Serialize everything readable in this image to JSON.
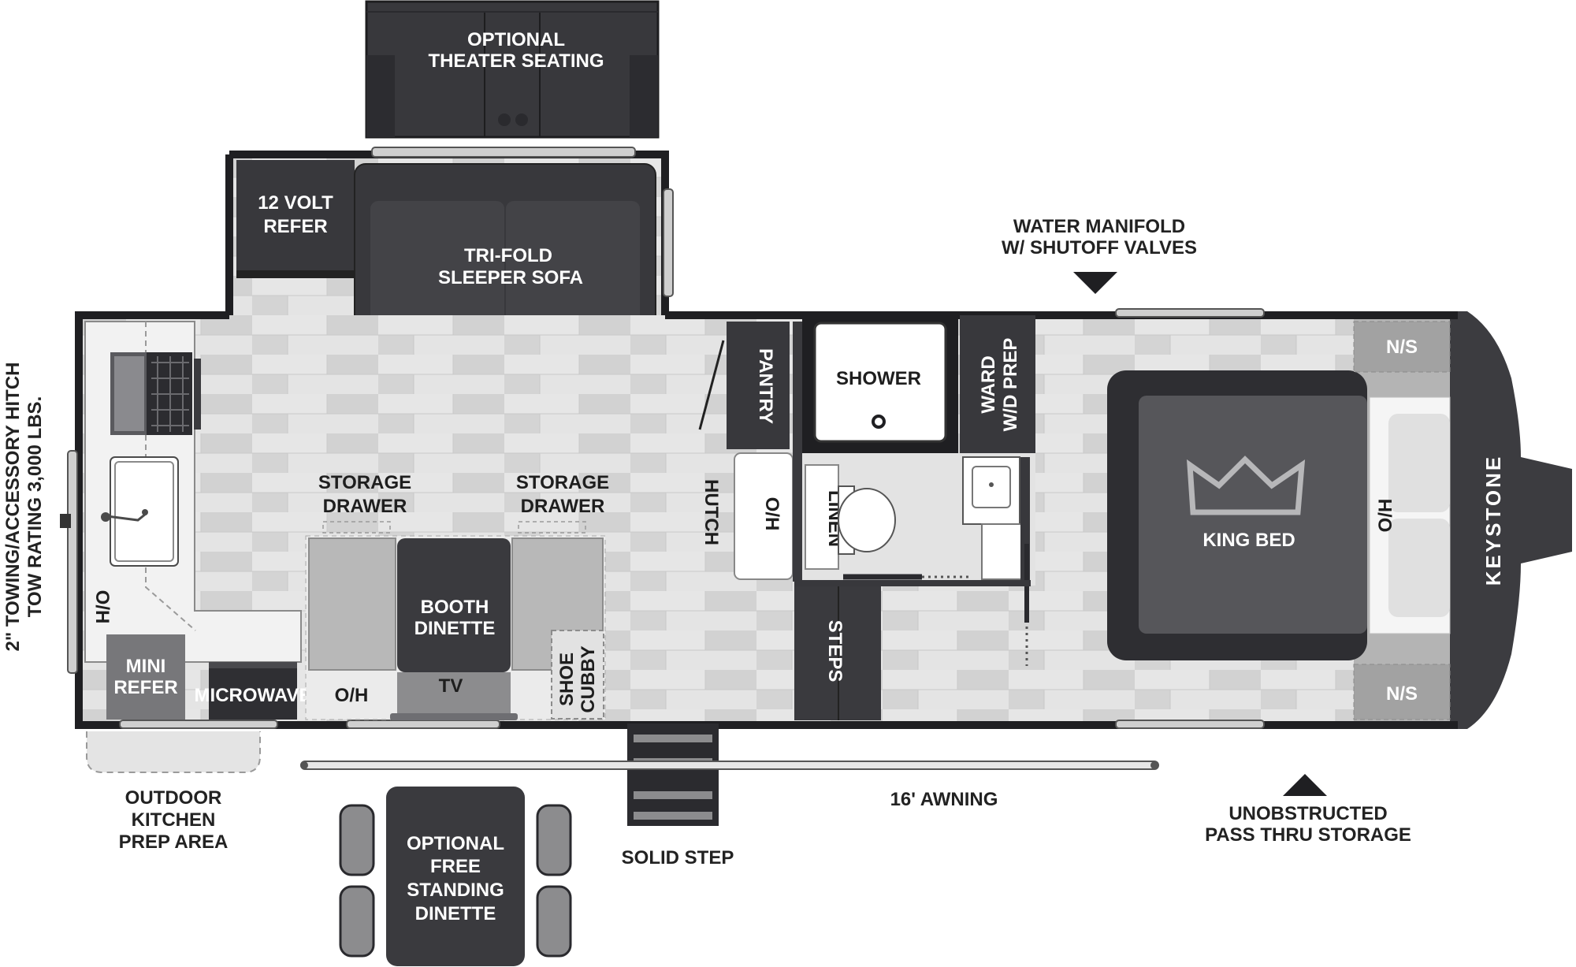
{
  "colors": {
    "dark": "#3a3a3e",
    "darker": "#2a2a2e",
    "floor": "#d9d9d9",
    "floor_light": "#ececec",
    "wall": "#1f1f22",
    "label_dark": "#222222",
    "label_light": "#ffffff"
  },
  "labels": {
    "theater_seating_1": "OPTIONAL",
    "theater_seating_2": "THEATER SEATING",
    "refer_12v_1": "12 VOLT",
    "refer_12v_2": "REFER",
    "sofa_1": "TRI-FOLD",
    "sofa_2": "SLEEPER SOFA",
    "water_manifold_1": "WATER MANIFOLD",
    "water_manifold_2": "W/ SHUTOFF VALVES",
    "hitch_1": "2\" TOWING/ACCESSORY HITCH",
    "hitch_2": "TOW RATING 3,000 LBS.",
    "pantry": "PANTRY",
    "shower": "SHOWER",
    "ward_1": "WARD",
    "ward_2": "W/D PREP",
    "ns_top": "N/S",
    "ns_bottom": "N/S",
    "king_bed": "KING BED",
    "oh_bed": "O/H",
    "storage_drawer_left_1": "STORAGE",
    "storage_drawer_left_2": "DRAWER",
    "storage_drawer_right_1": "STORAGE",
    "storage_drawer_right_2": "DRAWER",
    "hutch": "HUTCH",
    "oh_hutch": "O/H",
    "linen": "LINEN",
    "oh_kitchen": "O/H",
    "booth_dinette_1": "BOOTH",
    "booth_dinette_2": "DINETTE",
    "mini_refer_1": "MINI",
    "mini_refer_2": "REFER",
    "microwave": "MICROWAVE",
    "oh_dinette": "O/H",
    "tv": "TV",
    "shoe_cubby_1": "SHOE",
    "shoe_cubby_2": "CUBBY",
    "steps": "STEPS",
    "brand": "KEYSTONE",
    "outdoor_kitchen_1": "OUTDOOR",
    "outdoor_kitchen_2": "KITCHEN",
    "outdoor_kitchen_3": "PREP AREA",
    "free_dinette_1": "OPTIONAL",
    "free_dinette_2": "FREE",
    "free_dinette_3": "STANDING",
    "free_dinette_4": "DINETTE",
    "solid_step": "SOLID STEP",
    "awning": "16' AWNING",
    "pass_thru_1": "UNOBSTRUCTED",
    "pass_thru_2": "PASS THRU STORAGE"
  },
  "icons": [
    "crown-icon",
    "stove-icon",
    "sink-icon",
    "toilet-icon",
    "shower-drain-icon",
    "arrow-down-icon",
    "arrow-up-icon"
  ]
}
